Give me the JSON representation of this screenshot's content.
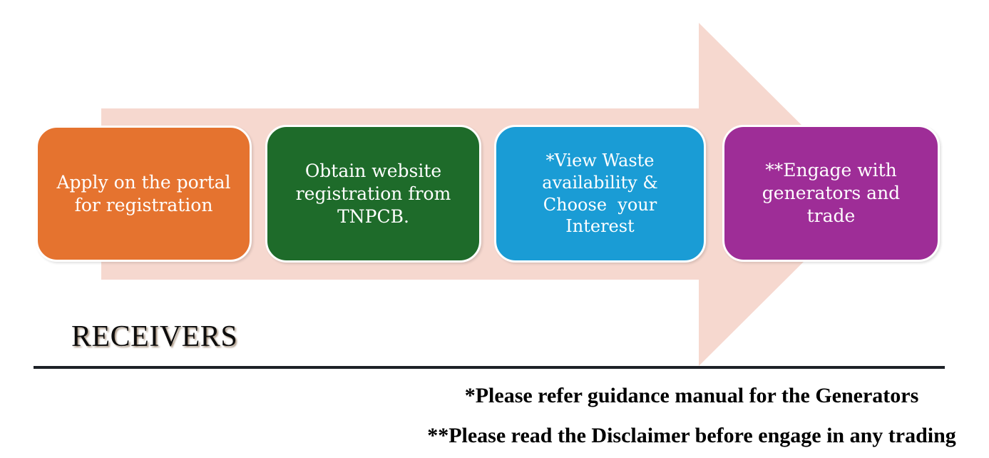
{
  "page": {
    "background_color": "#ffffff"
  },
  "arrow": {
    "name": "process-flow-arrow",
    "color": "#f6d8cf",
    "direction": "right"
  },
  "steps": [
    {
      "id": "apply-registration",
      "color": "#e5732f",
      "text_color": "#ffffff",
      "lines": [
        "Apply on the portal",
        "for registration"
      ]
    },
    {
      "id": "obtain-website-registration",
      "color": "#1e6b2a",
      "text_color": "#ffffff",
      "lines": [
        "Obtain website",
        "registration from",
        "TNPCB."
      ]
    },
    {
      "id": "view-waste-availability",
      "color": "#1a9cd5",
      "text_color": "#ffffff",
      "lines": [
        "*View Waste",
        "availability &",
        "Choose  your",
        "Interest"
      ]
    },
    {
      "id": "engage-and-trade",
      "color": "#9e2d97",
      "text_color": "#ffffff",
      "lines": [
        "**Engage with",
        "generators and",
        "trade"
      ]
    }
  ],
  "section_label": "RECEIVERS",
  "divider_color": "#1d2127",
  "footnotes": [
    "*Please refer guidance manual for the Generators",
    "**Please read the Disclaimer before engage in any trading"
  ]
}
